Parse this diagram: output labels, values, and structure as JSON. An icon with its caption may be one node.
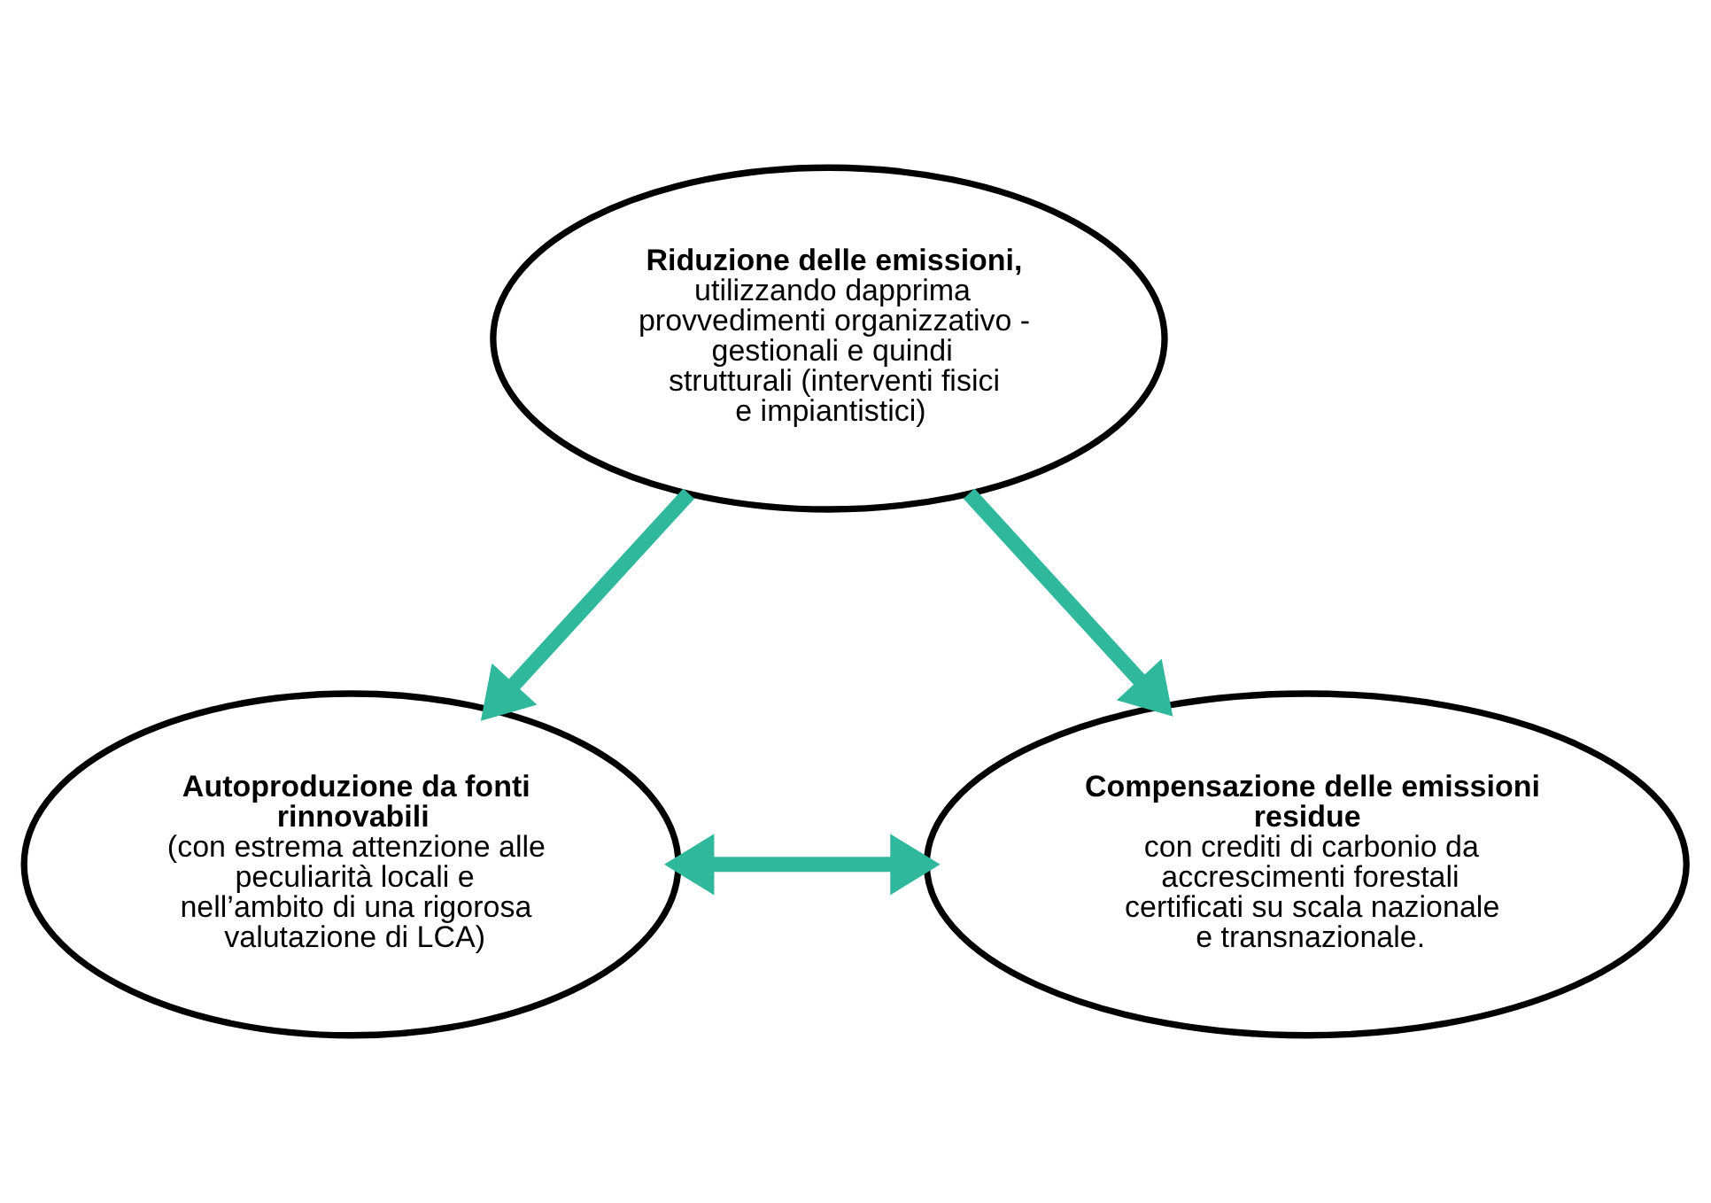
{
  "diagram": {
    "nodes": [
      {
        "text": [
          "Riduzione delle emissioni,",
          "utilizzando dapprima provvedimenti organizzativo - gestionali e quindi strutturali (interventi fisici e impiantistici)"
        ]
      },
      {
        "text": [
          "Autoproduzione da fonti rinnovabili",
          "(con estrema attenzione alle peculiarità locali e nell’ambito di una rigorosa valutazione di LCA)"
        ]
      },
      {
        "text": [
          "Compensazione delle emissioni residue",
          "con crediti di carbonio da accrescimenti forestali certificati su scala nazionale e transnazionale."
        ]
      }
    ],
    "edges": [
      {
        "from": 0,
        "to": 1,
        "arrow": "to"
      },
      {
        "from": 0,
        "to": 2,
        "arrow": "to"
      },
      {
        "from": 1,
        "to": 2,
        "arrow": "both"
      }
    ]
  }
}
